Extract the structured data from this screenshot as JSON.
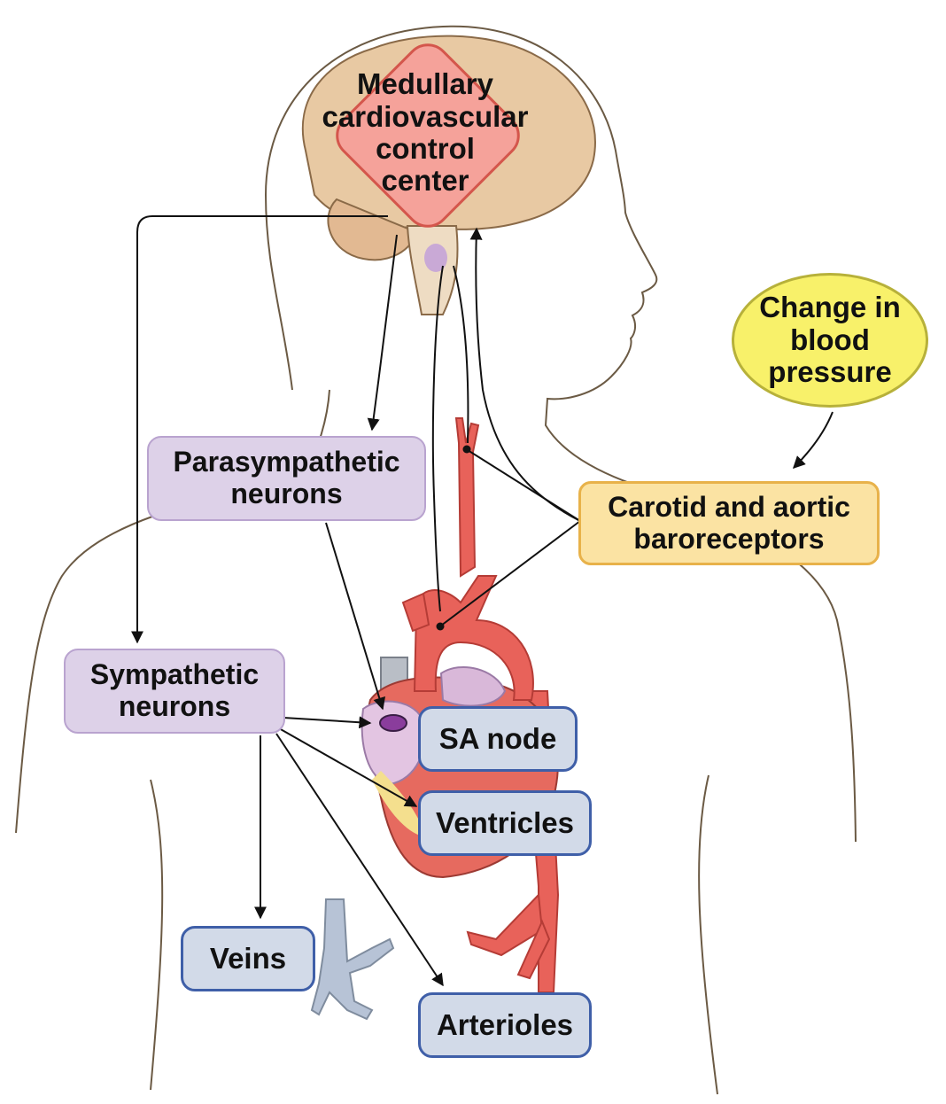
{
  "diagram": {
    "nodes": {
      "control_center": [
        "Medullary",
        "cardiovascular",
        "control",
        "center"
      ],
      "stimulus": [
        "Change in",
        "blood",
        "pressure"
      ],
      "baroreceptors": [
        "Carotid and aortic",
        "baroreceptors"
      ],
      "parasympathetic": [
        "Parasympathetic",
        "neurons"
      ],
      "sympathetic": [
        "Sympathetic",
        "neurons"
      ],
      "sa_node": "SA node",
      "ventricles": "Ventricles",
      "veins": "Veins",
      "arterioles": "Arterioles"
    },
    "edges": [
      {
        "from": "Change in blood pressure",
        "to": "Carotid and aortic baroreceptors"
      },
      {
        "from": "Carotid and aortic baroreceptors",
        "to": "Medullary cardiovascular control center"
      },
      {
        "from": "Medullary cardiovascular control center",
        "to": "Parasympathetic neurons"
      },
      {
        "from": "Medullary cardiovascular control center",
        "to": "Sympathetic neurons"
      },
      {
        "from": "Parasympathetic neurons",
        "to": "SA node"
      },
      {
        "from": "Sympathetic neurons",
        "to": "SA node"
      },
      {
        "from": "Sympathetic neurons",
        "to": "Ventricles"
      },
      {
        "from": "Sympathetic neurons",
        "to": "Veins"
      },
      {
        "from": "Sympathetic neurons",
        "to": "Arterioles"
      }
    ],
    "colors": {
      "control_center": "#f5a29a",
      "stimulus": "#f8f16a",
      "receptors": "#fbe3a3",
      "neurons": "#ddd1e8",
      "effectors": "#d2dae8",
      "artery": "#e8625a",
      "brain": "#e8c9a3"
    }
  }
}
